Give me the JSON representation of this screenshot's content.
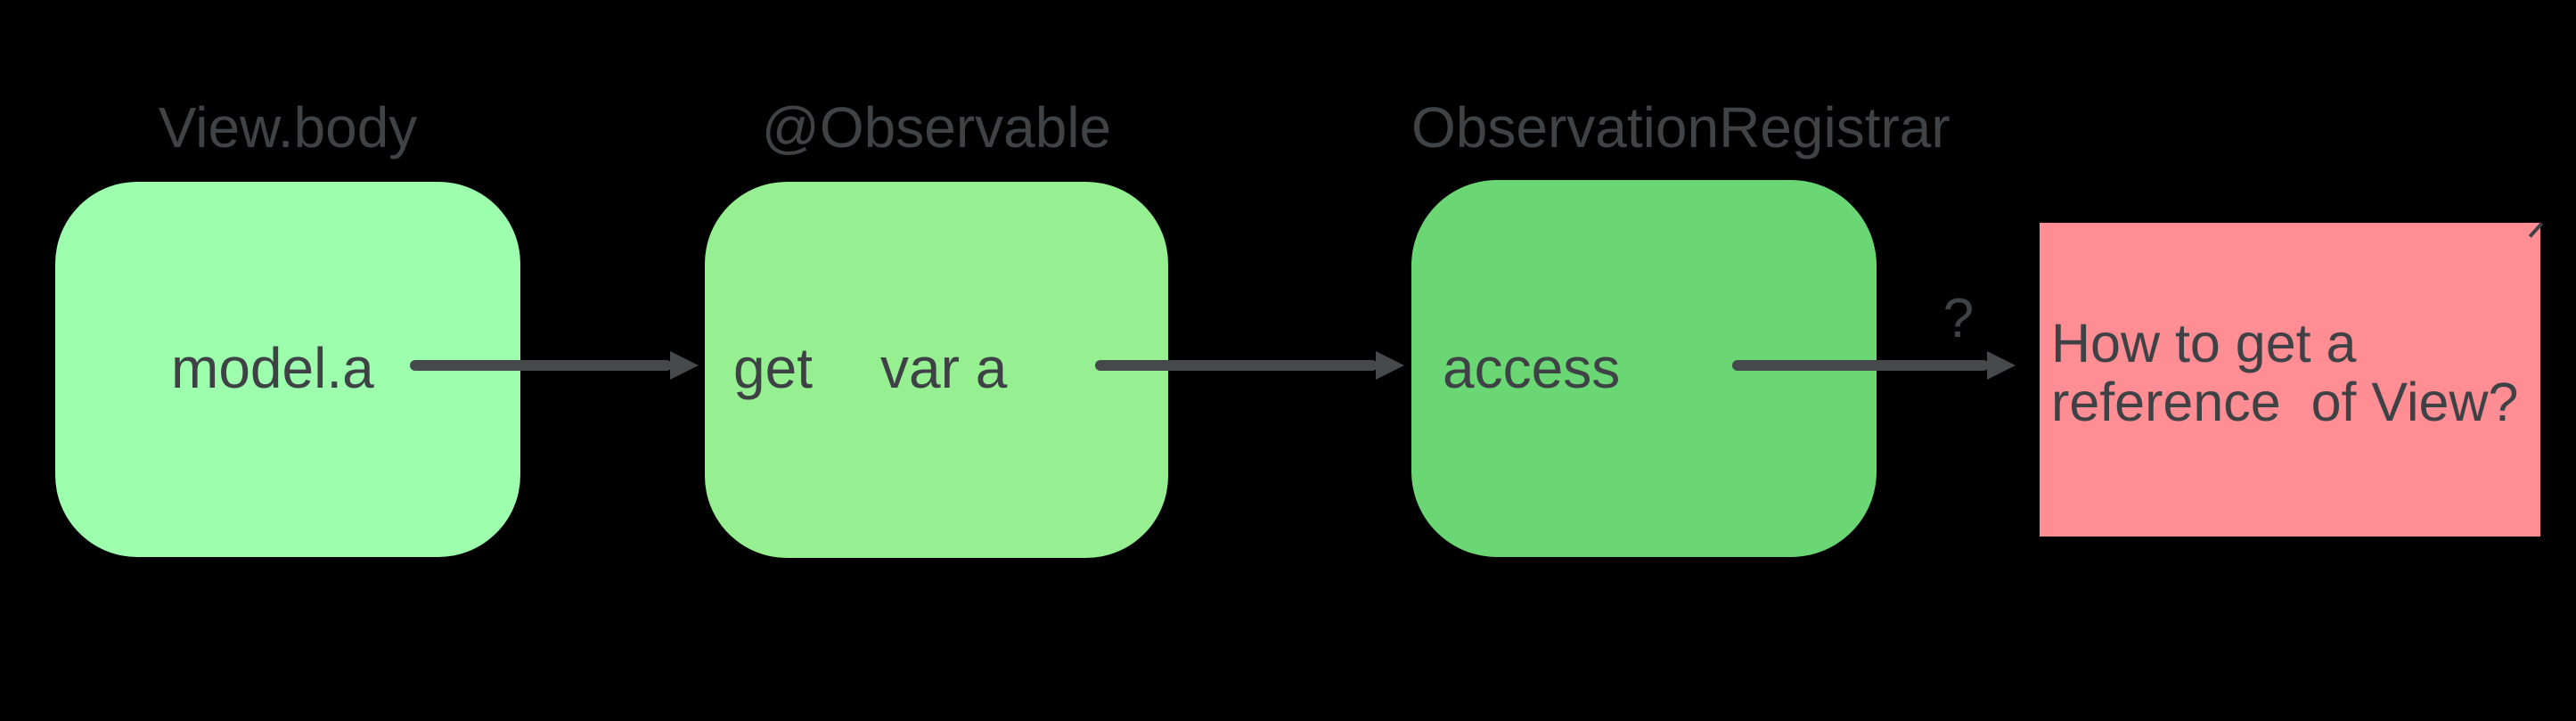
{
  "diagram": {
    "background": "#000000",
    "arrow_color": "#46494b",
    "title_color": "#3f4346",
    "body_text_color": "#3e4245",
    "nodes": [
      {
        "title": "View.body",
        "body": "model.a",
        "fill": "#9dffae",
        "shape": "rounded"
      },
      {
        "title": "@Observable",
        "body_keyword": "get",
        "body_property": "var a",
        "fill": "#96f092",
        "shape": "rounded"
      },
      {
        "title": "ObservationRegistrar",
        "body": "access",
        "fill": "#6ad674",
        "shape": "rounded"
      },
      {
        "title": "",
        "body": "How to get a\nreference  of View?",
        "fill": "#ff8d94",
        "shape": "rectangle"
      }
    ],
    "connections": [
      {
        "from": "View.body",
        "to": "@Observable",
        "label": ""
      },
      {
        "from": "@Observable",
        "to": "ObservationRegistrar",
        "label": ""
      },
      {
        "from": "ObservationRegistrar",
        "to": "question-box",
        "label": "?"
      }
    ]
  }
}
